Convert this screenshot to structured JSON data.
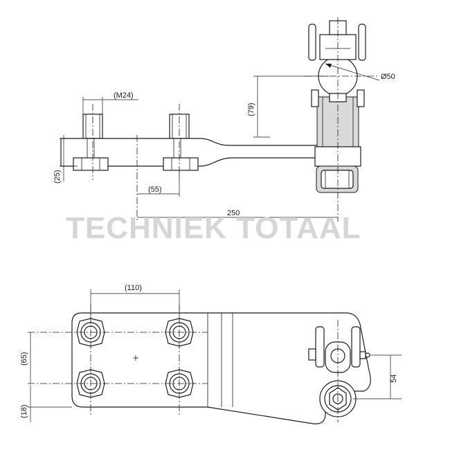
{
  "watermark": "TECHNIEK TOTAAL",
  "dimensions": {
    "thread": "(M24)",
    "ball_diameter": "Ø50",
    "height_79": "(79)",
    "thickness_25": "(25)",
    "offset_55": "(55)",
    "length_250": "250",
    "spacing_110": "(110)",
    "spacing_65": "(65)",
    "edge_18": "(18)",
    "height_54": "54"
  }
}
